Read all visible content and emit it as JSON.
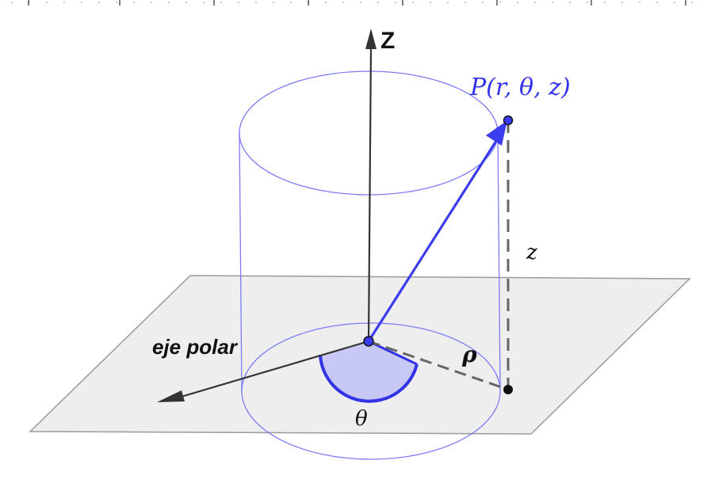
{
  "labels": {
    "z_axis": "Z",
    "polar_axis": "eje polar",
    "point": "P(r, θ, z)",
    "height": "z",
    "radius": "ρ",
    "angle": "θ"
  },
  "colors": {
    "background": "#ffffff",
    "plane_fill": "#eeeeee",
    "plane_edge": "#9a9a9a",
    "cylinder": "#7b7bf5",
    "vector": "#3b3bf0",
    "point_label": "#3333ee",
    "sector_fill": "#c8c8f4",
    "sector_edge": "#3232e6",
    "axis": "#333333",
    "dashed": "#666666",
    "text": "#111111"
  },
  "icons": {
    "origin": "blue-dot",
    "point": "blue-dot",
    "projection": "black-dot"
  }
}
